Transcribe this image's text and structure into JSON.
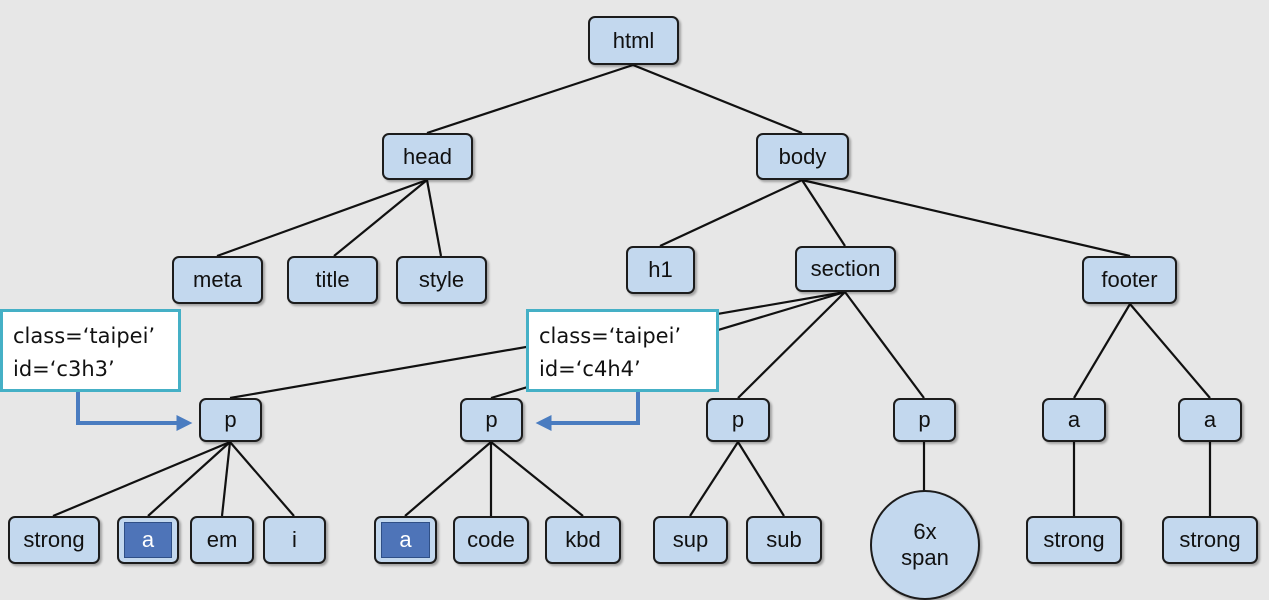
{
  "nodes": {
    "html": "html",
    "head": "head",
    "body": "body",
    "meta": "meta",
    "title": "title",
    "style": "style",
    "h1": "h1",
    "section": "section",
    "footer": "footer",
    "p1": "p",
    "p2": "p",
    "p3": "p",
    "p4": "p",
    "a_footer_1": "a",
    "a_footer_2": "a",
    "strong1": "strong",
    "a1": "a",
    "em": "em",
    "i": "i",
    "a2": "a",
    "code": "code",
    "kbd": "kbd",
    "sup": "sup",
    "sub": "sub",
    "span_count": "6x",
    "span_label": "span",
    "strong2": "strong",
    "strong3": "strong"
  },
  "callouts": {
    "left": {
      "class_line": "class=‘taipei’",
      "id_line": "id=‘c3h3’"
    },
    "middle": {
      "class_line": "class=‘taipei’",
      "id_line": "id=‘c4h4’"
    }
  },
  "colors": {
    "background": "#e7e7e7",
    "node_fill": "#c3d8ee",
    "node_border": "#1c1c1c",
    "selected_fill": "#4e74b8",
    "callout_border": "#45b0c6",
    "arrow": "#4a7cc0"
  }
}
